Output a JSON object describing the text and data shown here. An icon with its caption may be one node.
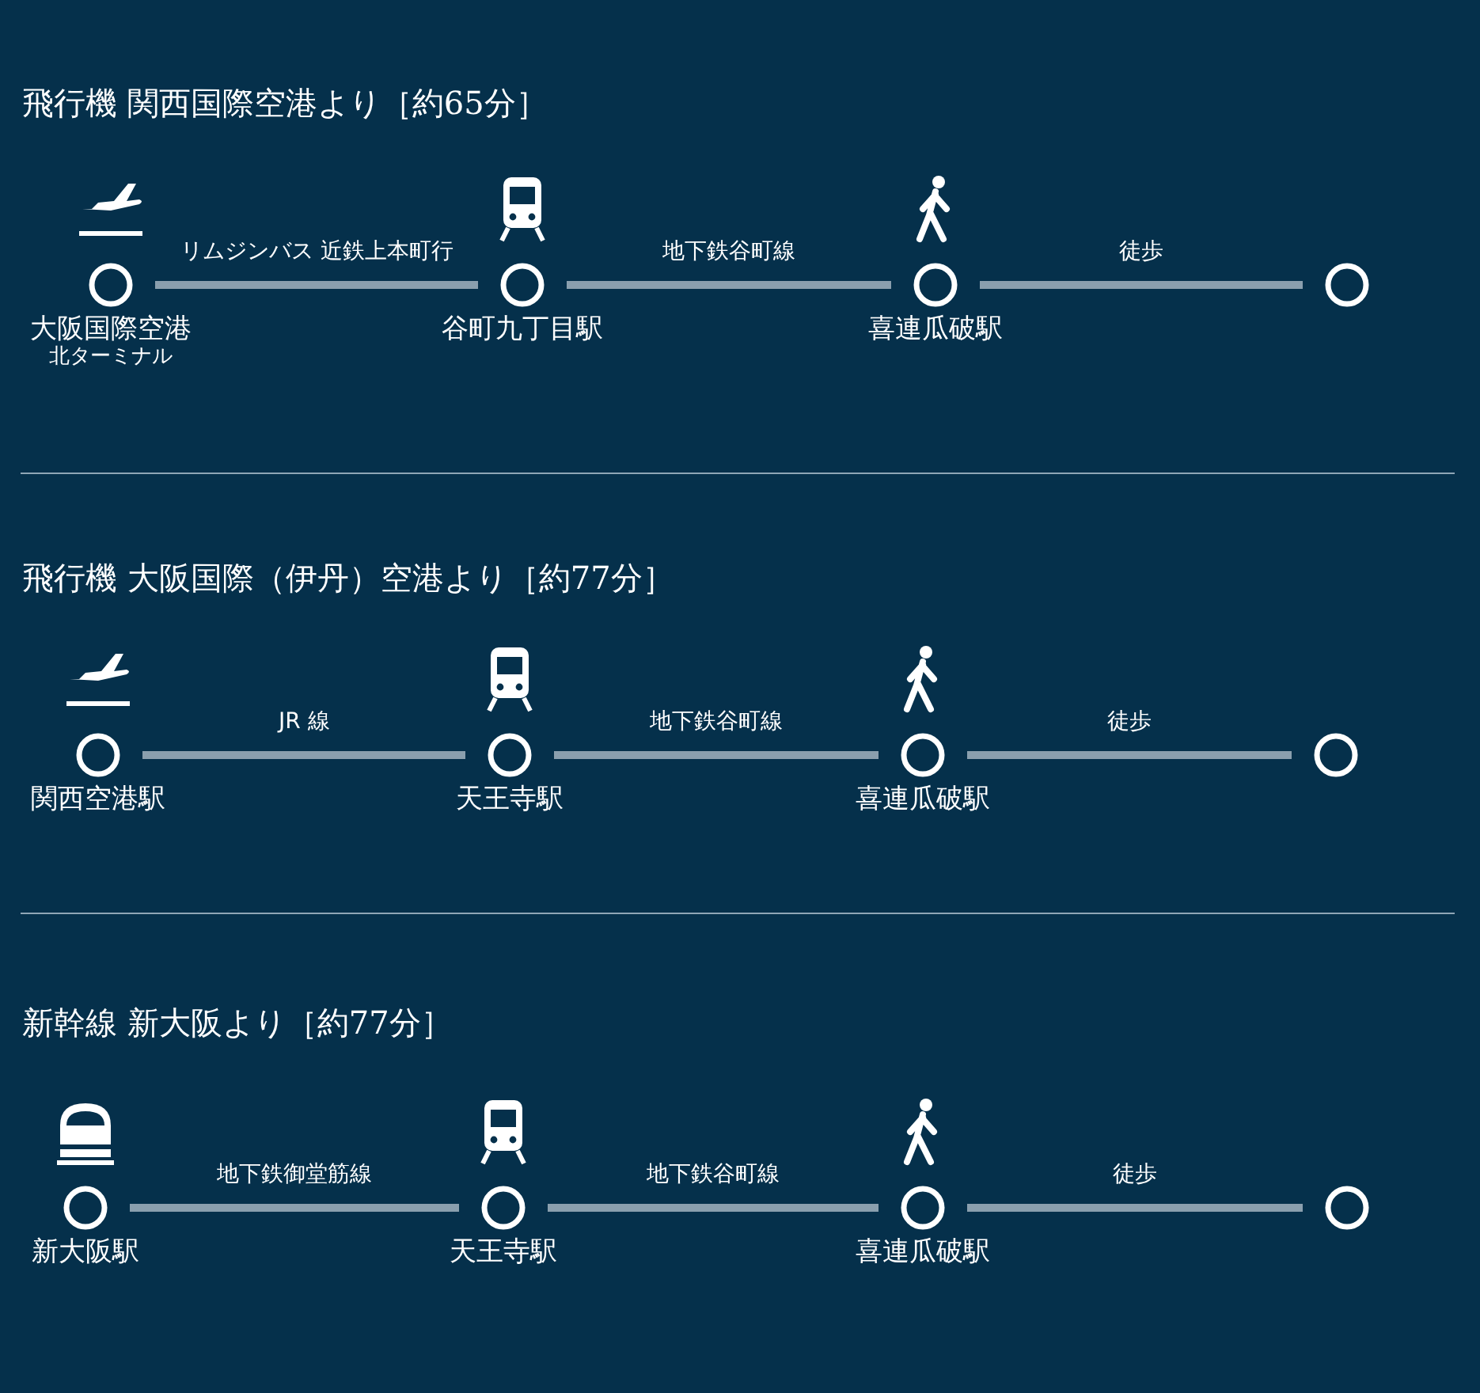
{
  "diagram": {
    "nodes": [
      {
        "text": [
          "大阪国際空港",
          "北ターミナル"
        ]
      },
      {
        "text": [
          "谷町九丁目駅"
        ]
      },
      {
        "text": [
          "喜連瓜破駅"
        ]
      },
      {
        "text": [],
        "shape": "circle"
      },
      {
        "text": [
          "関西空港駅"
        ]
      },
      {
        "text": [
          "天王寺駅"
        ]
      },
      {
        "text": [
          "喜連瓜破駅"
        ]
      },
      {
        "text": [],
        "shape": "circle"
      },
      {
        "text": [
          "新大阪駅"
        ]
      },
      {
        "text": [
          "天王寺駅"
        ]
      },
      {
        "text": [
          "喜連瓜破駅"
        ]
      },
      {
        "text": [],
        "shape": "circle"
      }
    ],
    "edges": [
      {
        "from": 0,
        "to": 1,
        "arrow": "none",
        "label": "リムジンバス 近鉄上本町行"
      },
      {
        "from": 1,
        "to": 2,
        "arrow": "none",
        "label": "地下鉄谷町線"
      },
      {
        "from": 2,
        "to": 3,
        "arrow": "none",
        "label": "徒歩"
      },
      {
        "from": 4,
        "to": 5,
        "arrow": "none",
        "label": "JR 線"
      },
      {
        "from": 5,
        "to": 6,
        "arrow": "none",
        "label": "地下鉄谷町線"
      },
      {
        "from": 6,
        "to": 7,
        "arrow": "none",
        "label": "徒歩"
      },
      {
        "from": 8,
        "to": 9,
        "arrow": "none",
        "label": "地下鉄御堂筋線"
      },
      {
        "from": 9,
        "to": 10,
        "arrow": "none",
        "label": "地下鉄谷町線"
      },
      {
        "from": 10,
        "to": 11,
        "arrow": "none",
        "label": "徒歩"
      }
    ],
    "labels": [
      "飛行機 関西国際空港より［約65分］",
      "飛行機 大阪国際（伊丹）空港より［約77分］",
      "新幹線 新大阪より［約77分］"
    ]
  }
}
